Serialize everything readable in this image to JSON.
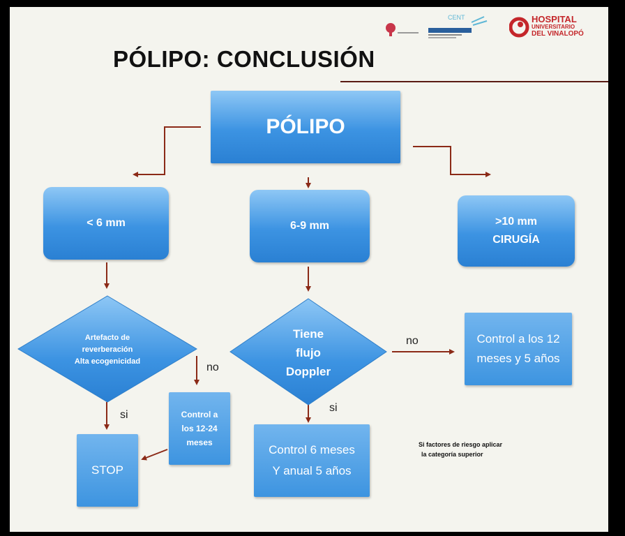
{
  "title": "PÓLIPO: CONCLUSIÓN",
  "logos": {
    "hospital_line1": "HOSPITAL",
    "hospital_line2": "UNIVERSITARIO",
    "hospital_line3": "DEL VINALOPÓ"
  },
  "nodes": {
    "root": "PÓLIPO",
    "lt6": "< 6 mm",
    "mid": "6-9 mm",
    "gt10_line1": ">10 mm",
    "gt10_line2": "CIRUGÍA",
    "artefacto_line1": "Artefacto de",
    "artefacto_line2": "reverberación",
    "artefacto_line3": "Alta ecogenicidad",
    "doppler_line1": "Tiene",
    "doppler_line2": "flujo",
    "doppler_line3": "Doppler",
    "control_12_line1": "Control a los 12",
    "control_12_line2": "meses y 5 años",
    "control_1224_line1": "Control a",
    "control_1224_line2": "los 12-24",
    "control_1224_line3": "meses",
    "stop": "STOP",
    "control_6_line1": "Control 6 meses",
    "control_6_line2": "Y anual 5 años"
  },
  "edge_labels": {
    "no_left": "no",
    "si_left": "si",
    "no_right": "no",
    "si_mid": "si"
  },
  "note_line1": "Si factores de riesgo aplicar",
  "note_line2": "la categoría superior",
  "colors": {
    "box_blue": "#3c93e2",
    "arrow": "#8b2a17",
    "text": "#111111"
  }
}
